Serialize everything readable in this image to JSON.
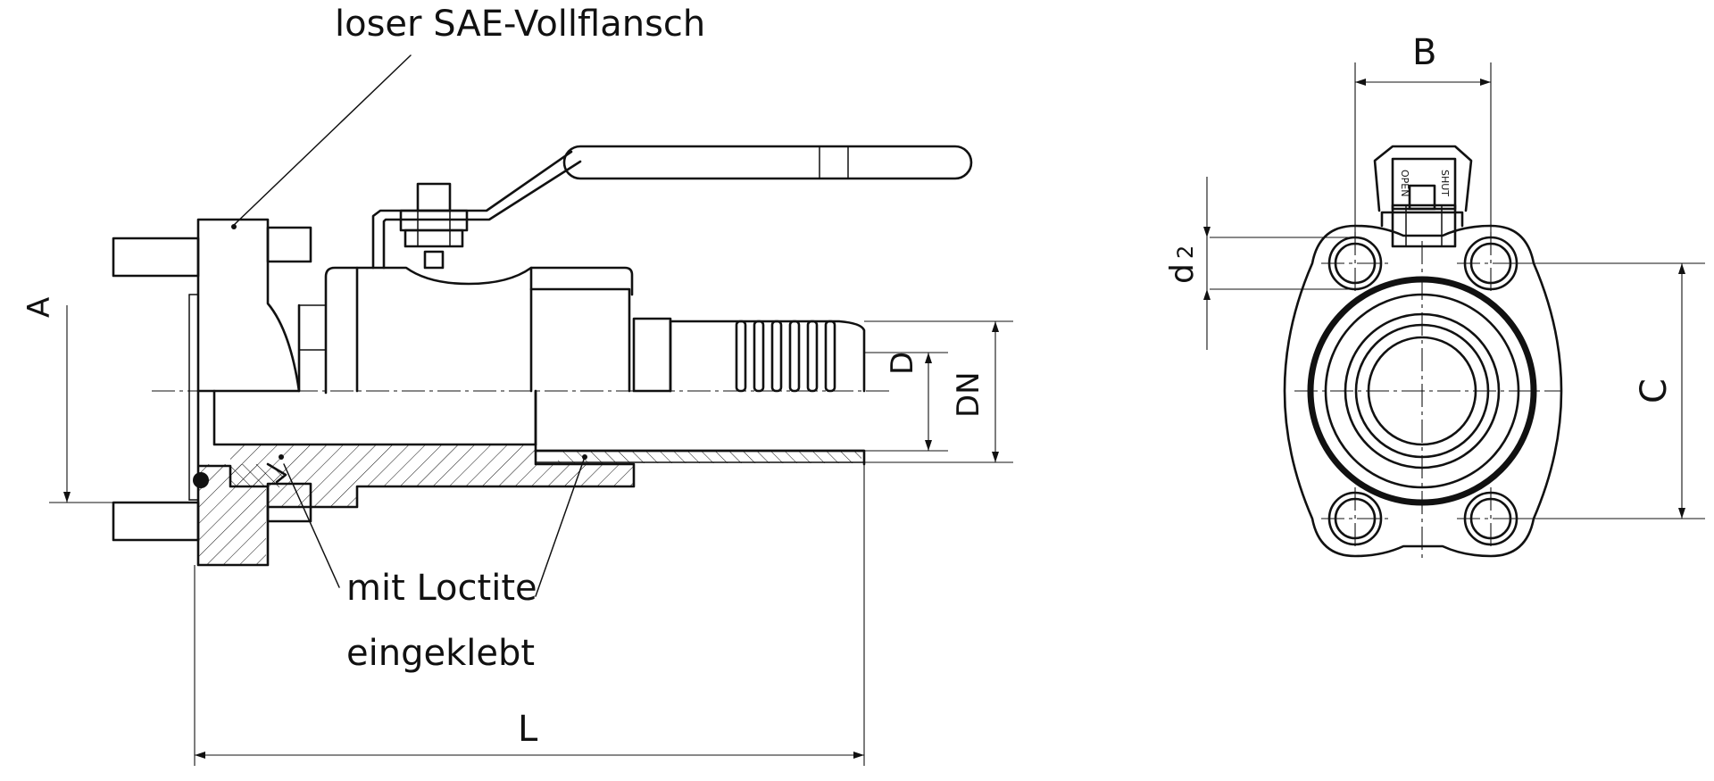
{
  "labels": {
    "flange": "loser SAE-Vollflansch",
    "loctite_1": "mit Loctite",
    "loctite_2": "eingeklebt"
  },
  "dimensions": {
    "A": "A",
    "D": "D",
    "DN": "DN",
    "L": "L",
    "B": "B",
    "C": "C",
    "d2": "d",
    "d2_sub": "2"
  },
  "valve_markings": {
    "open": "OPEN",
    "shut": "SHUT"
  },
  "colors": {
    "line": "#111111",
    "background": "#ffffff"
  }
}
